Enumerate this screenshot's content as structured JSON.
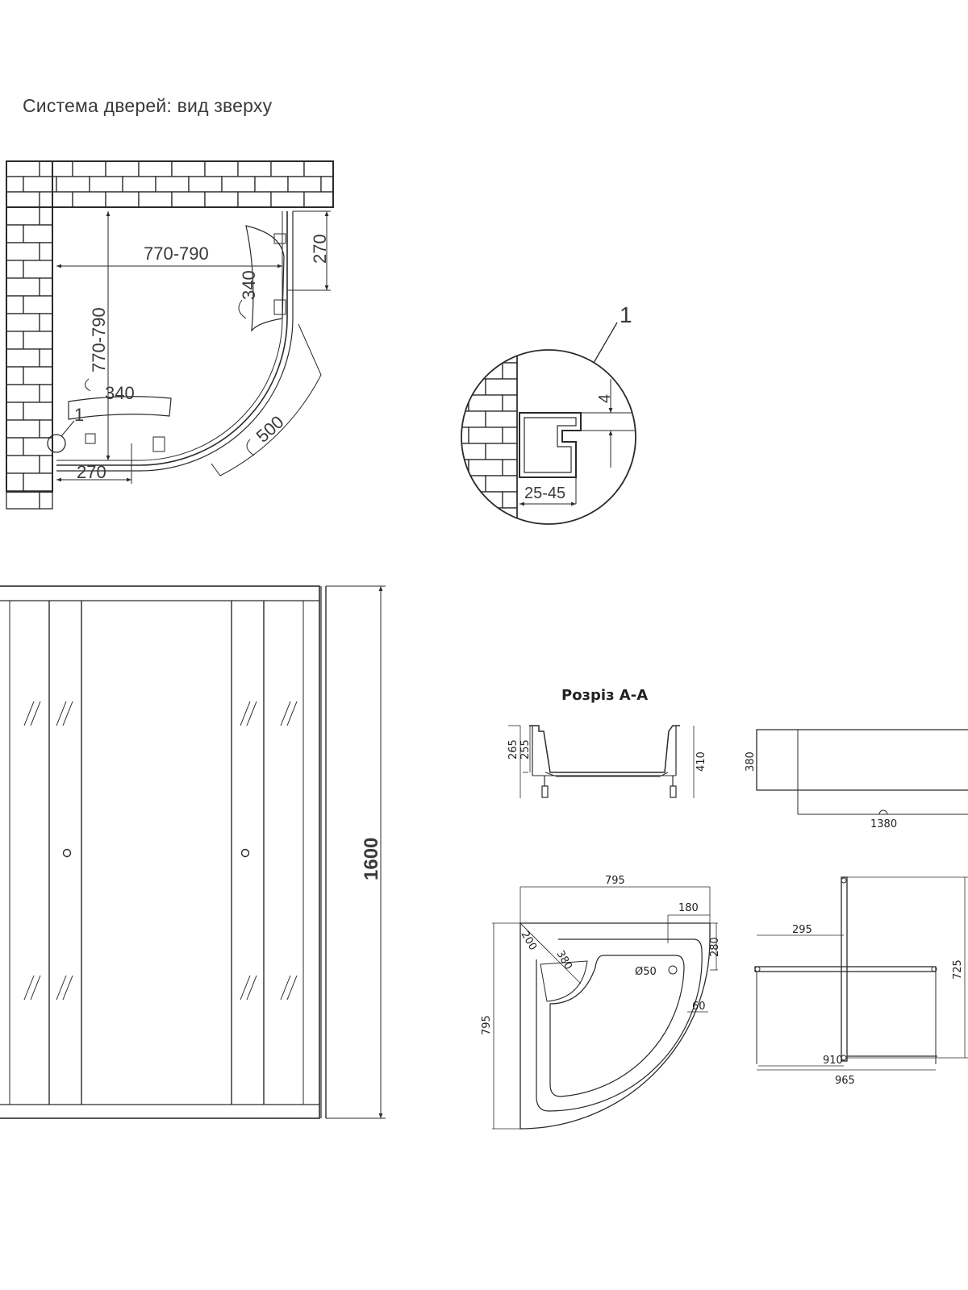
{
  "headings": {
    "top_view": "Система дверей: вид зверху",
    "section": "Розріз А-А"
  },
  "top_view_dims": {
    "width": "770-790",
    "depth": "770-790",
    "door_swing_top": "340",
    "door_swing_left": "340",
    "fixed_panel_right": "270",
    "fixed_panel_bottom": "270",
    "door_opening": "500",
    "callout": "1"
  },
  "detail_dims": {
    "callout": "1",
    "gap": "4",
    "profile_range": "25-45"
  },
  "front_view_dims": {
    "height": "1600"
  },
  "tray_section_dims": {
    "h1": "265",
    "h2": "255",
    "total": "410"
  },
  "tray_side_dims": {
    "height": "380",
    "length": "1380"
  },
  "tray_plan_dims": {
    "width": "795",
    "depth": "795",
    "corner_a": "180",
    "corner_b": "280",
    "seat_a": "200",
    "seat_b": "380",
    "drain": "Ø50",
    "rim": "60"
  },
  "frame_dims": {
    "offset": "295",
    "height": "725",
    "inner_width": "910",
    "outer_width": "965"
  }
}
